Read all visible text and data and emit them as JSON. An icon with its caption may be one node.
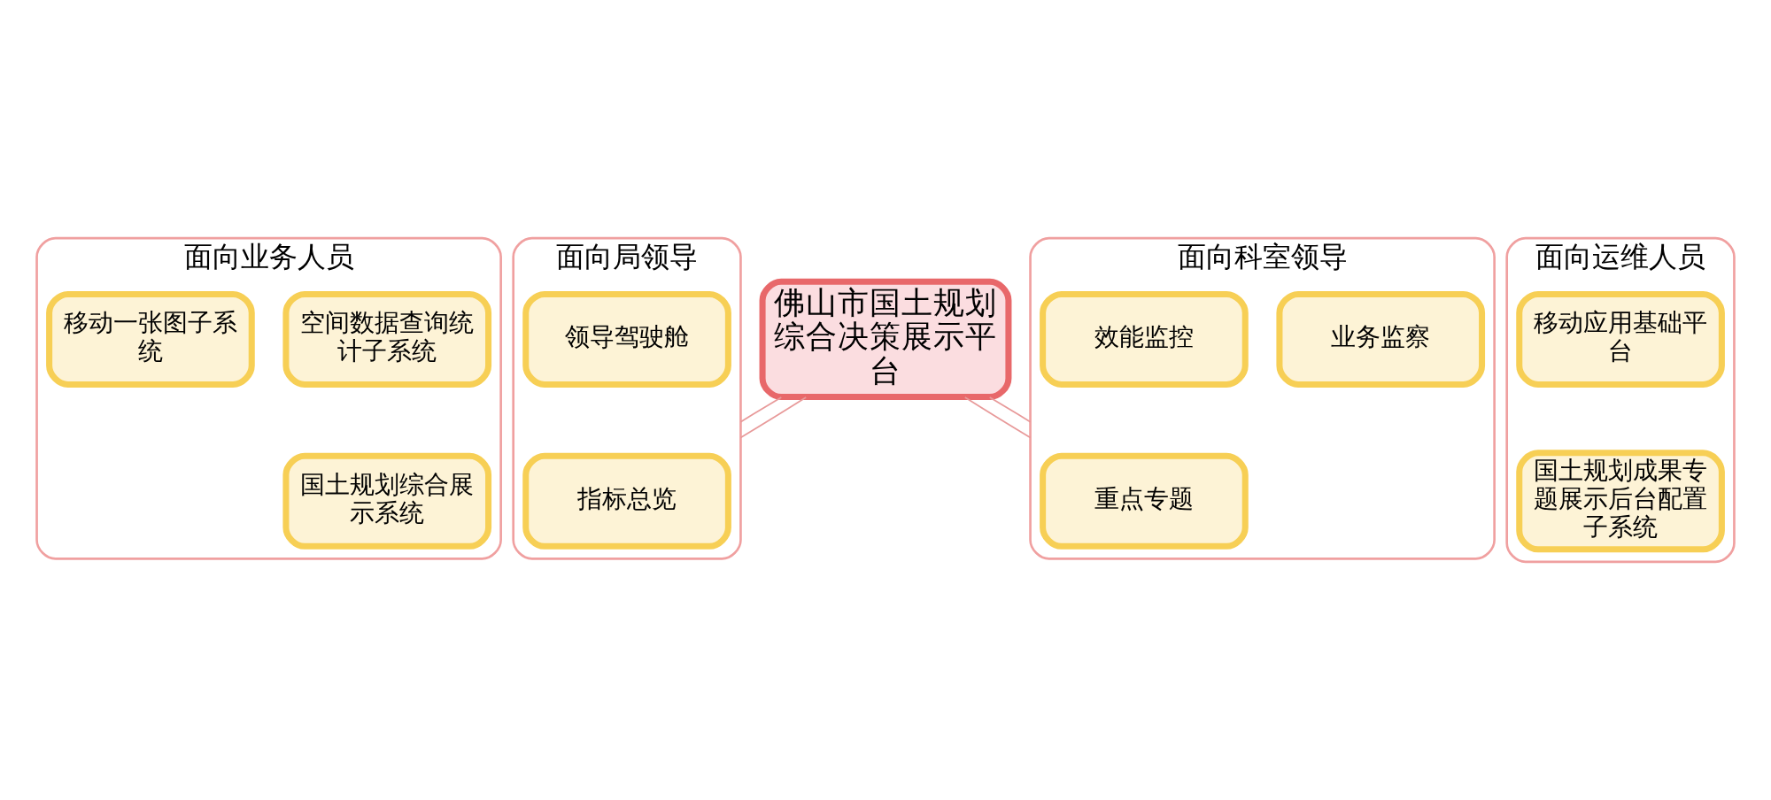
{
  "diagram": {
    "nodes": [
      {
        "text": [
          "佛山市国土规划综合决策展示平台"
        ]
      },
      {
        "text": [
          "面向局领导"
        ]
      },
      {
        "text": [
          "领导驾驶舱"
        ],
        "in": 1
      },
      {
        "text": [
          "指标总览"
        ],
        "in": 1
      },
      {
        "text": [
          "面向科室领导"
        ]
      },
      {
        "text": [
          "业务监察"
        ],
        "in": 4
      },
      {
        "text": [
          "重点专题"
        ],
        "in": 4
      },
      {
        "text": [
          "效能监控"
        ],
        "in": 4
      },
      {
        "text": [
          "面向业务人员"
        ]
      },
      {
        "text": [
          "国土规划综合展示系统"
        ],
        "in": 8
      },
      {
        "text": [
          "空间数据查询统计子系统"
        ],
        "in": 8
      },
      {
        "text": [
          "移动一张图子系统"
        ],
        "in": 8
      },
      {
        "text": [
          "面向运维人员"
        ]
      },
      {
        "text": [
          "国土规划成果专题展示后台配置子系统"
        ],
        "in": 12
      },
      {
        "text": [
          "移动应用基础平台"
        ],
        "in": 12
      }
    ],
    "edges": [
      {
        "from": 0,
        "to": 1,
        "arrow": "none"
      },
      {
        "from": 0,
        "to": 1,
        "arrow": "none"
      },
      {
        "from": 0,
        "to": 4,
        "arrow": "none"
      },
      {
        "from": 0,
        "to": 4,
        "arrow": "none"
      }
    ]
  }
}
